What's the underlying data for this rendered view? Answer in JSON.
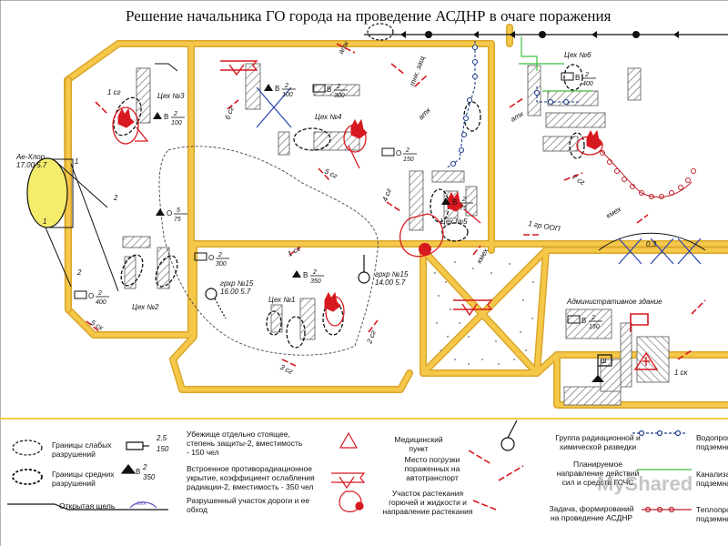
{
  "title": "Решение начальника ГО города на проведение АСДНР в очаге поражения",
  "colors": {
    "road": "#f6c84a",
    "road_edge": "#d9a62a",
    "damage": "#d71920",
    "water": "#1f3f8a",
    "sewer": "#3fbf3f",
    "heat": "#c0202a",
    "tank": "#f4ec6a"
  },
  "map": {
    "tank": {
      "name": "Ае-Хлор",
      "time": "17.00 5.7"
    },
    "workshops": {
      "ceh1": "Цех №1",
      "ceh2": "Цех №2",
      "ceh3": "Цех №3",
      "ceh4": "Цех №4",
      "ceh5": "Цех №5",
      "ceh6": "Цех №6",
      "admin": "Административное здание"
    },
    "shelters": [
      {
        "num": "2",
        "den": "100"
      },
      {
        "num": "2",
        "den": "300"
      },
      {
        "num": "2",
        "den": "100"
      },
      {
        "num": "2",
        "den": "150"
      },
      {
        "num": "2",
        "den": "75"
      },
      {
        "num": "2",
        "den": "400"
      },
      {
        "num": "5",
        "den": "75"
      },
      {
        "num": "2",
        "den": "300"
      },
      {
        "num": "2",
        "den": "350"
      },
      {
        "num": "2",
        "den": "400"
      },
      {
        "num": "2",
        "den": "150"
      }
    ],
    "shelter_letters": {
      "o": "О",
      "v": "В"
    },
    "teams": {
      "t1": "1 сг",
      "t2": "2 сг",
      "t3": "3 сг",
      "t4": "4 сг",
      "t5": "5 сг",
      "t6": "6 сг",
      "t7": "7 сг",
      "t_1sk": "1 ск",
      "t_5sk": "5 ск"
    },
    "units": {
      "atk1": "атк",
      "atk2": "атк",
      "atk3": "атк",
      "tnk": "тнк. защ",
      "kmeh1": "кмех",
      "kmeh2": "кмех",
      "gr_oop": "1 гр ООП",
      "ratio": "0,3"
    },
    "recon1": {
      "name": "грхр №15",
      "time": "16.00 5.7"
    },
    "recon2": {
      "name": "грхр №15",
      "time": "14.00 5.7"
    },
    "numbers": {
      "n1": "1",
      "n2": "2",
      "n1b": "1",
      "n2b": "2"
    },
    "sh_mark": "Ш"
  },
  "legend": {
    "weak": "Границы слабых\nразрушений",
    "medium": "Границы средних\nразрушений",
    "ravine": "Открытая щель",
    "shelter_sym": {
      "num": "2,5",
      "den": "150"
    },
    "pru_sym": {
      "num": "2",
      "den": "350"
    },
    "xxx": "ххх",
    "shelter_text": "Убежище отдельно стоящее,\nстепень защиты-2, вместимость\n- 150 чел",
    "pru_text": "Встроенное противорадиационное\nукрытие, коэффициент ослабления\nрадиации-2, вместимость - 350 чел",
    "road_text": "Разрушенный участок дороги и ее\nобход",
    "med_text": "Медицинский\nпункт",
    "load_text": "Место погрузки\nпораженных на\nавтотранспорт",
    "spill_text": "Участок растекания\nгорючей и жидкости и\nнаправление растекания",
    "recon_text": "Группа радиационной и\nхимической разведки",
    "planned_text": "Планируемое\nнаправление действий\nсил и средств ГСЧС",
    "task_text": "Задача, формирований\nна проведение АСДНР",
    "water_text": "Водопровод\nподземный",
    "sewer_text": "Канализация\nподземная",
    "heat_text": "Теплопровод\nподземный",
    "cross": "+"
  },
  "watermark": "MyShared"
}
